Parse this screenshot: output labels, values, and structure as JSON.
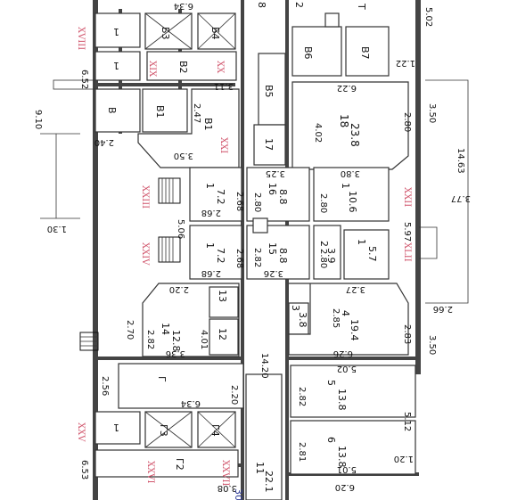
{
  "dimensions": [
    "6.34",
    "3.11",
    "2.47",
    "2.40",
    "6.52",
    "9.10",
    "1.30",
    "3.50",
    "3.25",
    "3.80",
    "2.80",
    "2.68",
    "2.68",
    "2.80",
    "2.80",
    "5.06",
    "2.68",
    "2.68",
    "2.82",
    "3.26",
    "5.97",
    "3.27",
    "2.20",
    "2.70",
    "2.82",
    "4.01",
    "3.36",
    "2.56",
    "2.20",
    "6.34",
    "14.20",
    "6.53",
    "3.08",
    "2.85",
    "2.83",
    "3.50",
    "6.26",
    "5.02",
    "2.82",
    "5.12",
    "2.81",
    "5.01",
    "1.20",
    "6.20",
    "6.22",
    "4.02",
    "2.80",
    "3.50",
    "14.63",
    "3.77",
    "1.22",
    "5.02",
    "2.66"
  ],
  "rooms": [
    {
      "id": "1a",
      "label": "1"
    },
    {
      "id": "Б3",
      "label": "Б3"
    },
    {
      "id": "Б4",
      "label": "Б4"
    },
    {
      "id": "1b",
      "label": "1"
    },
    {
      "id": "В2",
      "label": "В2"
    },
    {
      "id": "В",
      "label": "В"
    },
    {
      "id": "В1a",
      "label": "В1"
    },
    {
      "id": "В1b",
      "label": "В1"
    },
    {
      "id": "В5",
      "label": "В5"
    },
    {
      "id": "В6",
      "label": "В6"
    },
    {
      "id": "В7",
      "label": "В7"
    },
    {
      "id": "18",
      "label": "18",
      "area": "23.8"
    },
    {
      "id": "17",
      "label": "17"
    },
    {
      "id": "16",
      "label": "16",
      "area": "8.8"
    },
    {
      "id": "1c",
      "label": "1",
      "area": "7.2"
    },
    {
      "id": "1d",
      "label": "1",
      "area": "10.6"
    },
    {
      "id": "15",
      "label": "15",
      "area": "8.8"
    },
    {
      "id": "1e",
      "label": "1",
      "area": "7.2"
    },
    {
      "id": "2",
      "label": "2",
      "area": "3.9"
    },
    {
      "id": "1f",
      "label": "1",
      "area": "5.7"
    },
    {
      "id": "13",
      "label": "13"
    },
    {
      "id": "14",
      "label": "14",
      "area": "12.8"
    },
    {
      "id": "12",
      "label": "12"
    },
    {
      "id": "3",
      "label": "3",
      "area": "3.8"
    },
    {
      "id": "4",
      "label": "4",
      "area": "19.4"
    },
    {
      "id": "Г",
      "label": "Г"
    },
    {
      "id": "Г3",
      "label": "Г3"
    },
    {
      "id": "Г4",
      "label": "Г4"
    },
    {
      "id": "5",
      "label": "5",
      "area": "13.8"
    },
    {
      "id": "1g",
      "label": "1"
    },
    {
      "id": "Г2",
      "label": "Г2"
    },
    {
      "id": "11",
      "label": "11",
      "area": "22.1"
    },
    {
      "id": "6",
      "label": "6",
      "area": "13.8"
    }
  ],
  "roman_numerals": [
    "XVIII",
    "XIX",
    "XX",
    "XXI",
    "XXIII",
    "XXII",
    "XXIV",
    "XLII",
    "XXV",
    "XXVI",
    "XXVII"
  ],
  "partial_labels": {
    "top_right": "Т",
    "top_right2": "2",
    "top_left": "8",
    "bottom": "30"
  }
}
